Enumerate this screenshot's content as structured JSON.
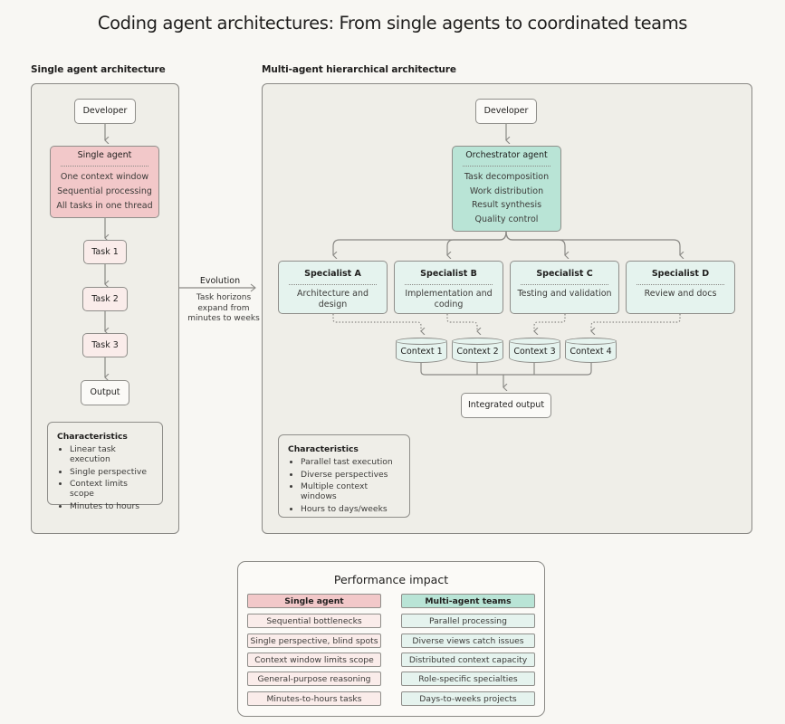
{
  "title": "Coding agent architectures: From single agents to coordinated teams",
  "single": {
    "section_label": "Single agent architecture",
    "developer": "Developer",
    "agent": {
      "title": "Single agent",
      "lines": [
        "One context window",
        "Sequential processing",
        "All tasks in one thread"
      ]
    },
    "tasks": [
      "Task 1",
      "Task 2",
      "Task 3"
    ],
    "output": "Output",
    "characteristics": {
      "title": "Characteristics",
      "items": [
        "Linear task execution",
        "Single perspective",
        "Context limits scope",
        "Minutes to hours"
      ]
    }
  },
  "evolution": {
    "label": "Evolution",
    "lines": [
      "Task horizons",
      "expand from",
      "minutes to weeks"
    ]
  },
  "multi": {
    "section_label": "Multi-agent hierarchical architecture",
    "developer": "Developer",
    "orchestrator": {
      "title": "Orchestrator agent",
      "lines": [
        "Task decomposition",
        "Work distribution",
        "Result synthesis",
        "Quality control"
      ]
    },
    "specialists": [
      {
        "title": "Specialist A",
        "lines": [
          "Architecture and",
          "design"
        ]
      },
      {
        "title": "Specialist B",
        "lines": [
          "Implementation and",
          "coding"
        ]
      },
      {
        "title": "Specialist C",
        "lines": [
          "Testing and validation"
        ]
      },
      {
        "title": "Specialist D",
        "lines": [
          "Review and docs"
        ]
      }
    ],
    "contexts": [
      "Context 1",
      "Context 2",
      "Context 3",
      "Context 4"
    ],
    "integrated_output": "Integrated output",
    "characteristics": {
      "title": "Characteristics",
      "items": [
        "Parallel tast execution",
        "Diverse perspectives",
        "Multiple context windows",
        "Hours to days/weeks"
      ]
    }
  },
  "performance": {
    "title": "Performance impact",
    "single_header": "Single agent",
    "multi_header": "Multi-agent teams",
    "rows": [
      {
        "single": "Sequential bottlenecks",
        "multi": "Parallel processing"
      },
      {
        "single": "Single perspective, blind spots",
        "multi": "Diverse views catch issues"
      },
      {
        "single": "Context window limits scope",
        "multi": "Distributed context capacity"
      },
      {
        "single": "General-purpose reasoning",
        "multi": "Role-specific specialties"
      },
      {
        "single": "Minutes-to-hours tasks",
        "multi": "Days-to-weeks projects"
      }
    ]
  },
  "colors": {
    "background": "#f8f7f3",
    "panel": "#efeee8",
    "pink_strong": "#f2c8c9",
    "pink_light": "#faecea",
    "teal_strong": "#b9e4d6",
    "teal_light": "#e5f3ee",
    "line": "#8a8985"
  }
}
